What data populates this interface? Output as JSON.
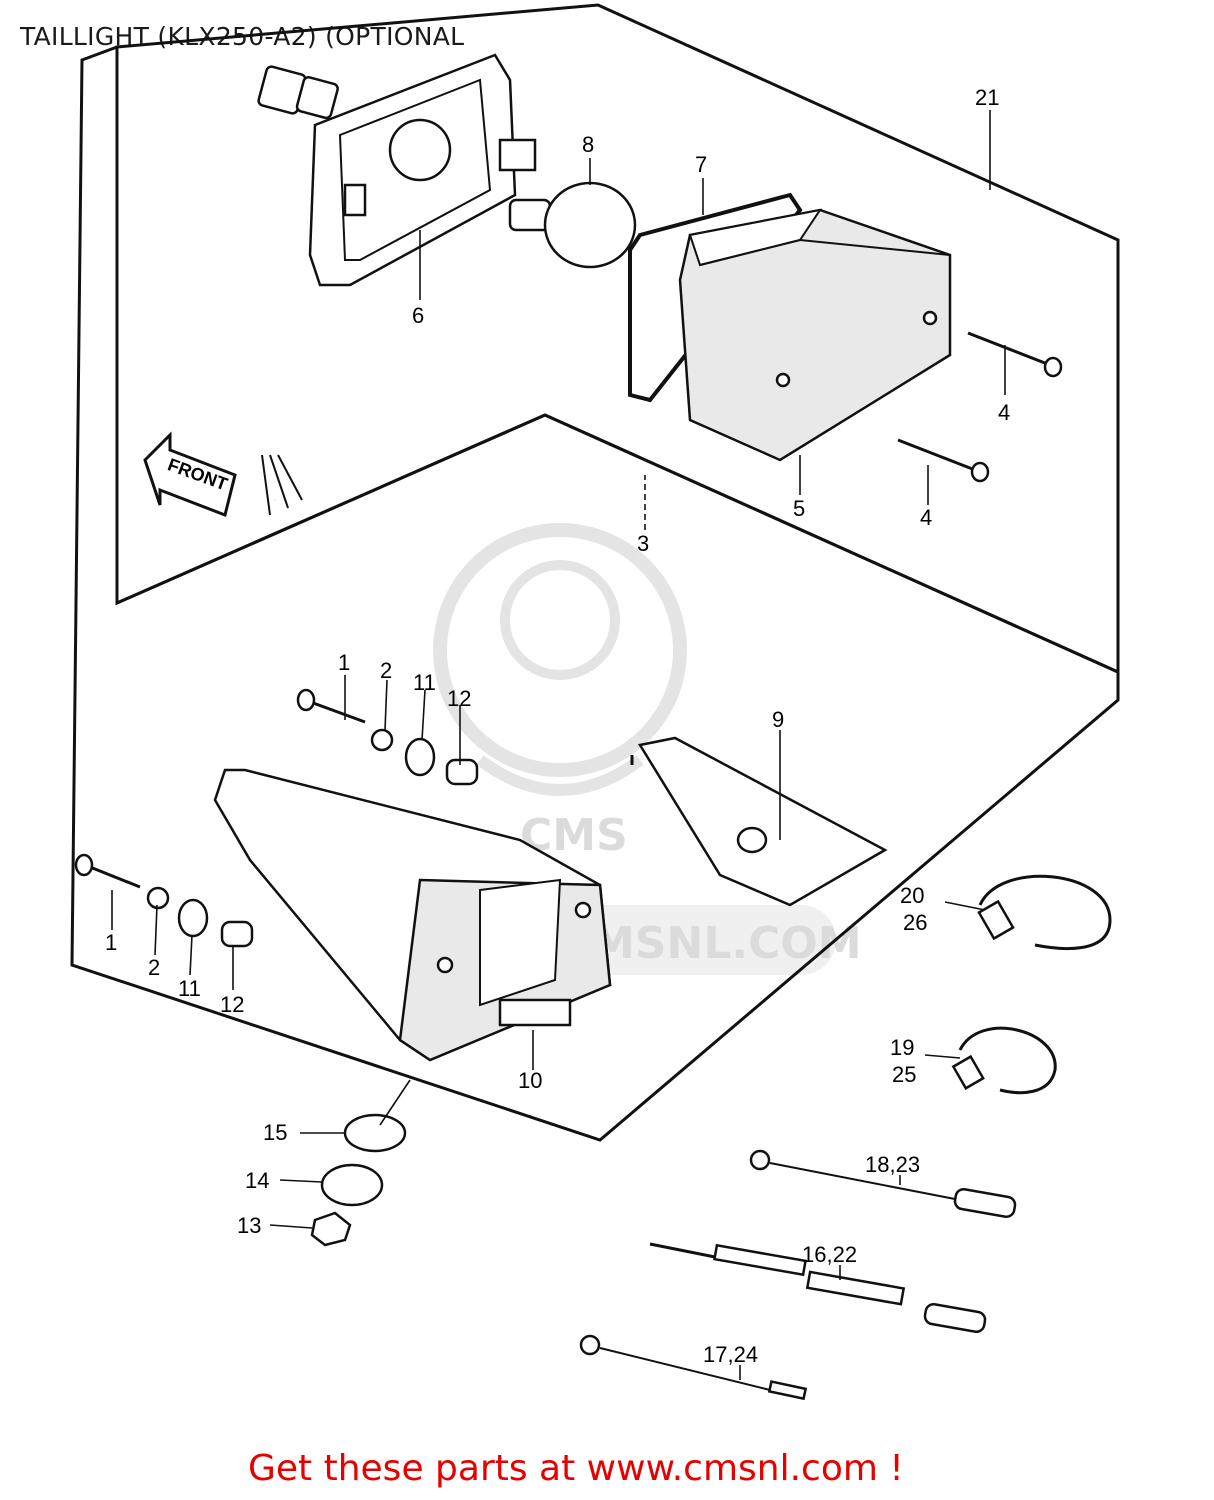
{
  "title": "TAILLIGHT (KLX250-A2) (OPTIONAL",
  "promo": "Get these parts at www.cmsnl.com !",
  "watermark": {
    "text": "WWW.CMSNL.COM",
    "logo_text": "CMS"
  },
  "front_arrow": "FRONT",
  "callouts": {
    "c21": "21",
    "c8": "8",
    "c7": "7",
    "c6": "6",
    "c4a": "4",
    "c4b": "4",
    "c5": "5",
    "c3": "3",
    "c1a": "1",
    "c2a": "2",
    "c11a": "11",
    "c12a": "12",
    "c9": "9",
    "c1b": "1",
    "c2b": "2",
    "c11b": "11",
    "c12b": "12",
    "c10": "10",
    "c20": "20",
    "c26": "26",
    "c19": "19",
    "c25": "25",
    "c15": "15",
    "c14": "14",
    "c13": "13",
    "c18_23": "18,23",
    "c16_22": "16,22",
    "c17_24": "17,24"
  },
  "colors": {
    "promo": "#e60000",
    "line": "#111111",
    "watermark": "#d8d8d8"
  }
}
